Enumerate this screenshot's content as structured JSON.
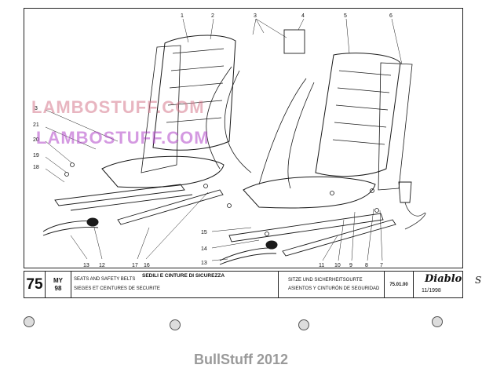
{
  "watermarks": {
    "line1": "LAMBOSTUFF.COM",
    "line2": "LAMBOSTUFF.COM"
  },
  "callouts": [
    "1",
    "2",
    "3",
    "3",
    "4",
    "5",
    "6",
    "3",
    "21",
    "20",
    "19",
    "18",
    "13",
    "12",
    "17",
    "16",
    "15",
    "14",
    "13",
    "11",
    "10",
    "9",
    "8",
    "7"
  ],
  "title_block": {
    "page_number": "75",
    "model_year_label": "MY",
    "model_year": "98",
    "title_it": "SEDILI E CINTURE DI SICUREZZA",
    "title_en": "SEATS AND SAFETY BELTS",
    "title_fr": "SIEGES ET CEINTURES DE SECURITE",
    "title_de": "SITZE UND SICHERHEITSGURTE",
    "title_es": "ASIENTOS Y CINTURÓN DE SEGURIDAD",
    "code": "75.01.00",
    "brand": "Diablo",
    "model": "SV",
    "date": "11/1998"
  },
  "footer": {
    "text": "BullStuff 2012"
  }
}
